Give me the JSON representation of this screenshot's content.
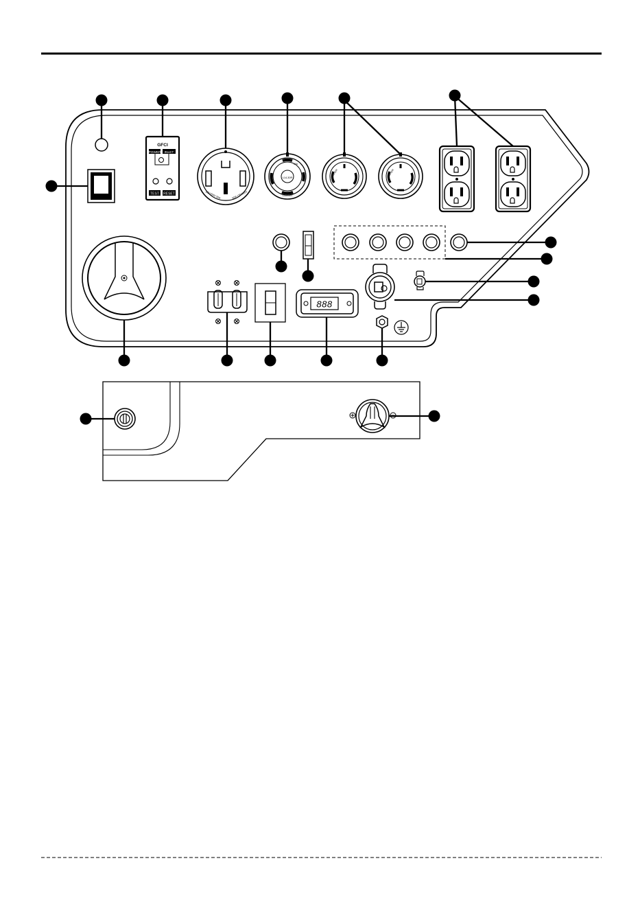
{
  "gfci": {
    "title": "GFCI",
    "power": "POWER",
    "inlet": "INLET",
    "test": "TEST",
    "reset": "RESET"
  },
  "receptacle_14_50": {
    "left_text": "125/250V 50A",
    "right_text": "50A 125/250V"
  },
  "twistlock_l14_30": {
    "center": "L14-30R",
    "text_1": "30A",
    "text_2": "125/250V"
  },
  "twistlock_l5_30": {
    "text": "L5-30R"
  },
  "display": {
    "digits": "888"
  },
  "ground_symbol": "ground-icon"
}
